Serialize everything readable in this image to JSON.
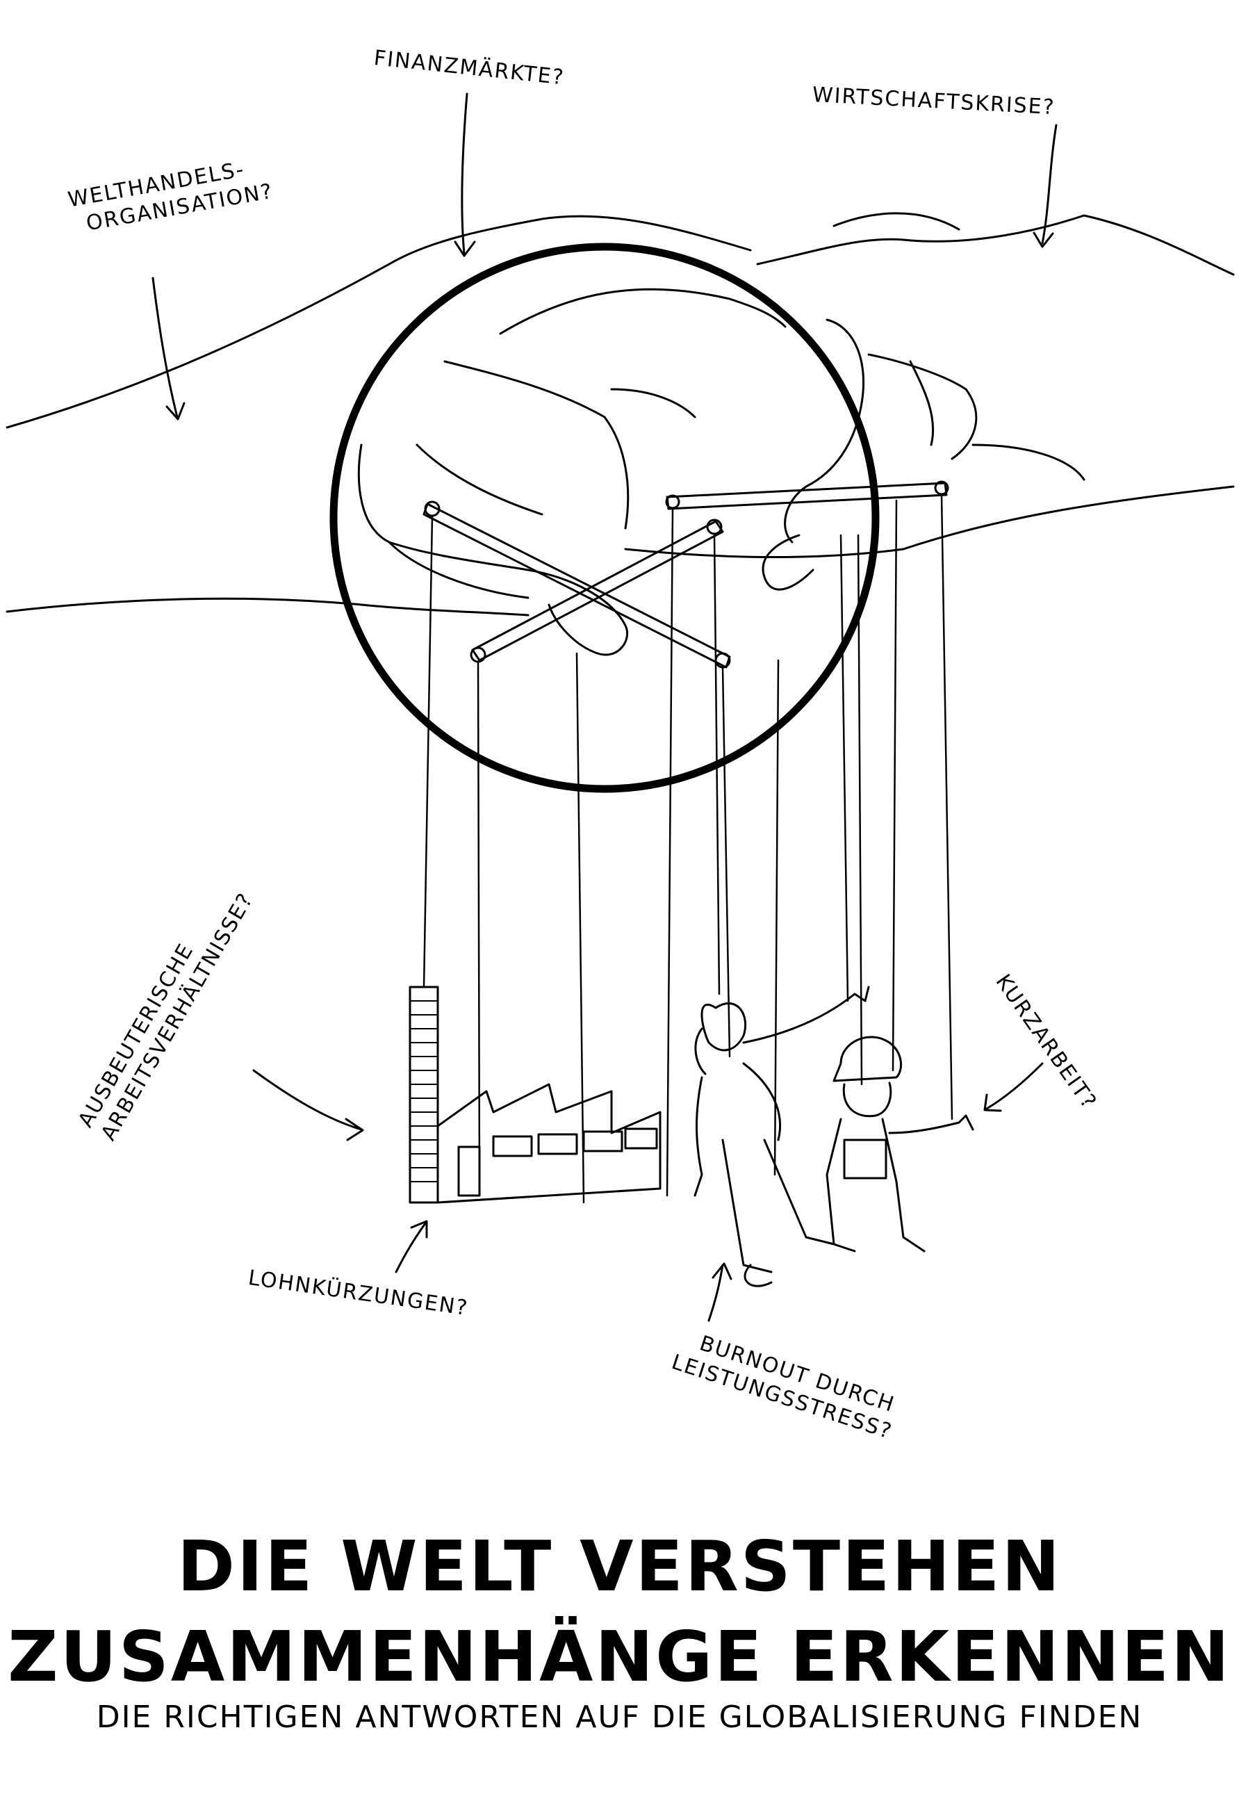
{
  "labels": {
    "finanzmaerkte": "FINANZMÄRKTE?",
    "wirtschaftskrise": "WIRTSCHAFTSKRISE?",
    "welthandels_line1": "WELTHANDELS-",
    "welthandels_line2": "ORGANISATION?",
    "ausbeuterische_line1": "AUSBEUTERISCHE",
    "ausbeuterische_line2": "ARBEITSVERHÄLTNISSE?",
    "kurzarbeit": "KURZARBEIT?",
    "lohnkuerzungen": "LOHNKÜRZUNGEN?",
    "burnout_line1": "BURNOUT DURCH",
    "burnout_line2": "LEISTUNGSSTRESS?"
  },
  "headline": {
    "line1": "DIE WELT VERSTEHEN",
    "line2": "ZUSAMMENHÄNGE ERKENNEN",
    "subline": "DIE RICHTIGEN ANTWORTEN AUF DIE GLOBALISIERUNG FINDEN"
  }
}
